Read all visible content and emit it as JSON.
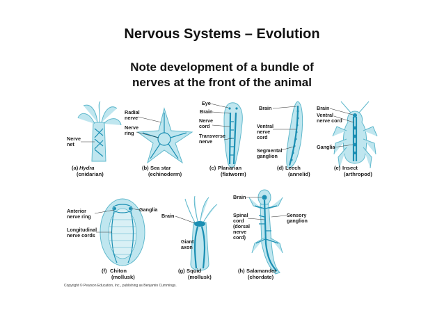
{
  "slide": {
    "title": "Nervous Systems – Evolution",
    "subtitle_line1": "Note development of a bundle of",
    "subtitle_line2": "nerves at the front of the animal"
  },
  "figure": {
    "copyright": "Copyright © Pearson Education, Inc., publishing as Benjamin Cummings.",
    "panels": [
      {
        "id": "a",
        "caption_letter": "(a)",
        "caption_name": "Hydra",
        "caption_group": "(cnidarian)",
        "labels": [
          "Nerve",
          "net"
        ]
      },
      {
        "id": "b",
        "caption_letter": "(b)",
        "caption_name": "Sea star",
        "caption_group": "(echinoderm)",
        "labels": [
          "Radial",
          "nerve",
          "Nerve",
          "ring"
        ]
      },
      {
        "id": "c",
        "caption_letter": "(c)",
        "caption_name": "Planarian",
        "caption_group": "(flatworm)",
        "labels": [
          "Eye",
          "Brain",
          "Nerve",
          "cord",
          "Transverse",
          "nerve"
        ]
      },
      {
        "id": "d",
        "caption_letter": "(d)",
        "caption_name": "Leech",
        "caption_group": "(annelid)",
        "labels": [
          "Brain",
          "Ventral",
          "nerve",
          "cord",
          "Segmental",
          "ganglion"
        ]
      },
      {
        "id": "e",
        "caption_letter": "(e)",
        "caption_name": "Insect",
        "caption_group": "(arthropod)",
        "labels": [
          "Brain",
          "Ventral",
          "nerve cord",
          "Ganglia"
        ]
      },
      {
        "id": "f",
        "caption_letter": "(f)",
        "caption_name": "Chiton",
        "caption_group": "(mollusk)",
        "labels": [
          "Anterior",
          "nerve ring",
          "Longitudinal",
          "nerve cords",
          "Ganglia"
        ]
      },
      {
        "id": "g",
        "caption_letter": "(g)",
        "caption_name": "Squid",
        "caption_group": "(mollusk)",
        "labels": [
          "Brain",
          "Giant",
          "axon"
        ]
      },
      {
        "id": "h",
        "caption_letter": "(h)",
        "caption_name": "Salamander",
        "caption_group": "(chordate)",
        "labels": [
          "Brain",
          "Spinal",
          "cord",
          "(dorsal",
          "nerve",
          "cord)",
          "Sensory",
          "ganglion"
        ]
      }
    ]
  }
}
